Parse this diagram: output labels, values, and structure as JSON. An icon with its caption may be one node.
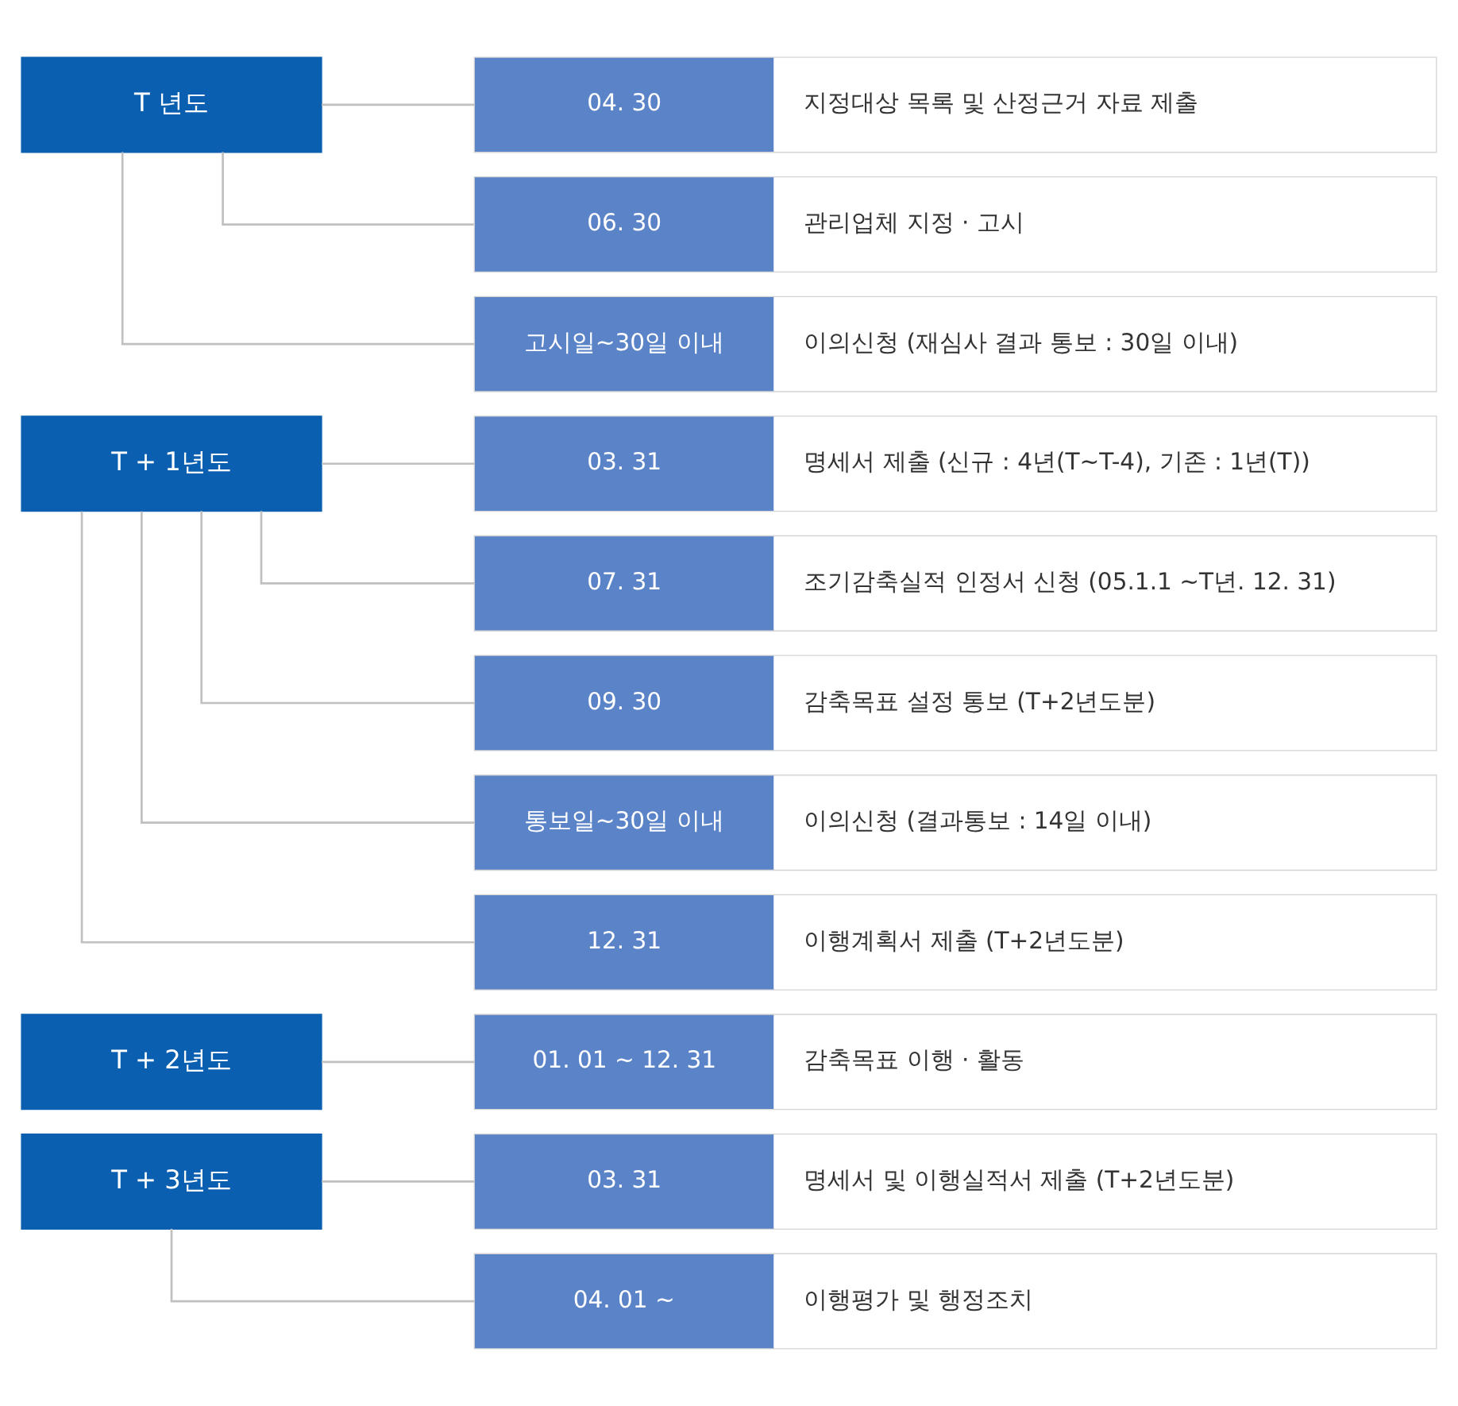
{
  "diagram": {
    "nodes": [
      {
        "text": [
          "T 년도"
        ]
      },
      {
        "text": [
          "04. 30",
          "지정대상 목록 및 산정근거 자료 제출"
        ]
      },
      {
        "text": [
          "06. 30",
          "관리업체 지정 · 고시"
        ]
      },
      {
        "text": [
          "고시일~30일 이내",
          "이의신청 (재심사 결과 통보 : 30일 이내)"
        ]
      },
      {
        "text": [
          "T + 1년도"
        ]
      },
      {
        "text": [
          "03. 31",
          "명세서 제출 (신규 : 4년(T~T-4), 기존 : 1년(T))"
        ]
      },
      {
        "text": [
          "07. 31",
          "조기감축실적 인정서 신청 (05.1.1 ~T년. 12. 31)"
        ]
      },
      {
        "text": [
          "09. 30",
          "감축목표 설정 통보 (T+2년도분)"
        ]
      },
      {
        "text": [
          "통보일~30일 이내",
          "이의신청 (결과통보 : 14일 이내)"
        ]
      },
      {
        "text": [
          "12. 31",
          "이행계획서 제출 (T+2년도분)"
        ]
      },
      {
        "text": [
          "T + 2년도"
        ]
      },
      {
        "text": [
          "01. 01 ~ 12. 31",
          "감축목표 이행 · 활동"
        ]
      },
      {
        "text": [
          "T + 3년도"
        ]
      },
      {
        "text": [
          "03. 31",
          "명세서 및 이행실적서 제출 (T+2년도분)"
        ]
      },
      {
        "text": [
          "04. 01 ~",
          "이행평가 및 행정조치"
        ]
      }
    ],
    "edges": [
      {
        "from": 0,
        "to": 1,
        "arrow": "none"
      },
      {
        "from": 0,
        "to": 2,
        "arrow": "none"
      },
      {
        "from": 0,
        "to": 3,
        "arrow": "none"
      },
      {
        "from": 4,
        "to": 5,
        "arrow": "none"
      },
      {
        "from": 4,
        "to": 6,
        "arrow": "none"
      },
      {
        "from": 4,
        "to": 7,
        "arrow": "none"
      },
      {
        "from": 4,
        "to": 8,
        "arrow": "none"
      },
      {
        "from": 4,
        "to": 9,
        "arrow": "none"
      },
      {
        "from": 10,
        "to": 11,
        "arrow": "none"
      },
      {
        "from": 12,
        "to": 13,
        "arrow": "none"
      },
      {
        "from": 12,
        "to": 14,
        "arrow": "none"
      }
    ]
  }
}
